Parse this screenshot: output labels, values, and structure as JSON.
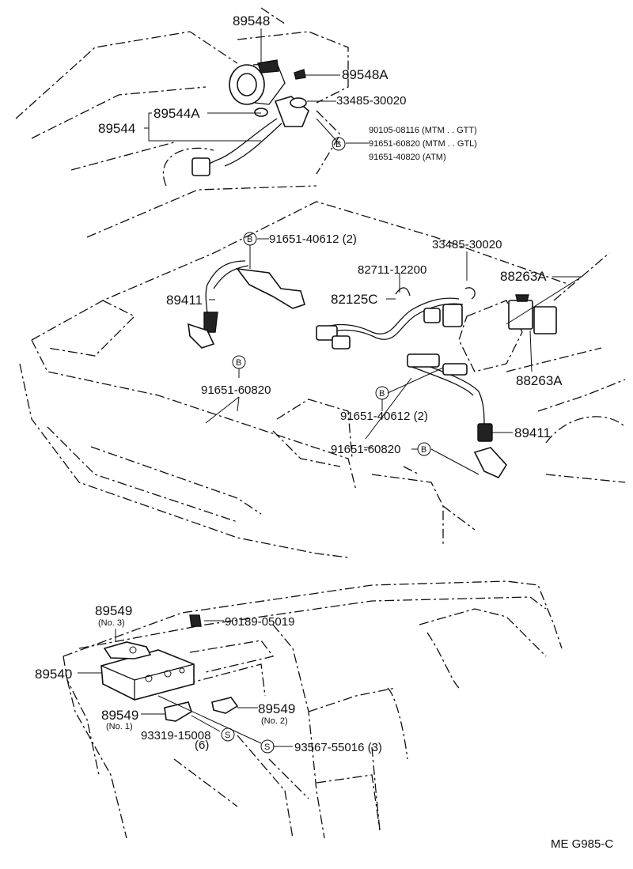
{
  "labels": {
    "p89548": "89548",
    "p89548A": "89548A",
    "p33485_top": "33485-30020",
    "p89544": "89544",
    "p89544A": "89544A",
    "p90105": "90105-08116 (MTM . . GTT)",
    "p91651_608_gtl": "91651-60820 (MTM . . GTL)",
    "p91651_408_atm": "91651-40820 (ATM)",
    "p91651_406_top": "91651-40612 (2)",
    "p33485_mid": "33485-30020",
    "p82711": "82711-12200",
    "p88263A_top": "88263A",
    "p82125C": "82125C",
    "p89411_left": "89411",
    "p88263A_bot": "88263A",
    "p91651_608_left": "91651-60820",
    "p91651_406_mid": "91651-40612 (2)",
    "p89411_right": "89411",
    "p91651_608_mid": "91651-60820",
    "p89549_no3": "89549",
    "p89549_no3_sub": "(No. 3)",
    "p90189": "90189-05019",
    "p89540": "89540",
    "p89549_no1": "89549",
    "p89549_no1_sub": "(No. 1)",
    "p89549_no2": "89549",
    "p89549_no2_sub": "(No. 2)",
    "p93319": "93319-15008",
    "p93319_qty": "(6)",
    "p93567": "93567-55016 (3)",
    "code": "ME  G985-C"
  },
  "symbols": {
    "bolt": "B",
    "screw": "S"
  }
}
